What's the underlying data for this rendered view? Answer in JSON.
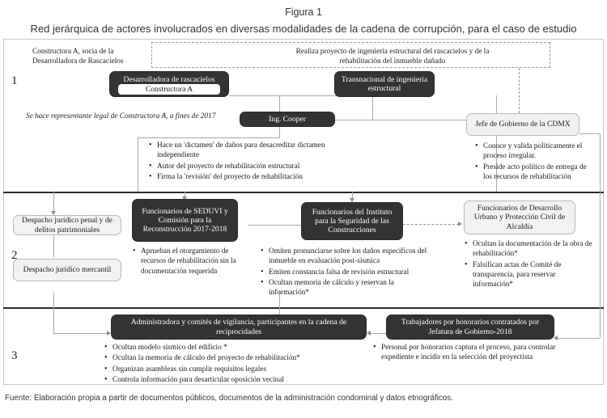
{
  "figure": {
    "label": "Figura 1",
    "title": "Red jerárquica de actores involucrados en diversas modalidades de la cadena de corrupción, para el caso de estudio",
    "source": "Fuente: Elaboración propia a partir de documentos públicos, documentos de la administración condominal y datos etnográficos."
  },
  "rows": {
    "one": "1",
    "two": "2",
    "three": "3"
  },
  "level1": {
    "note_constructora": "Constructora A, socia de la Desarrolladora de Rascacielos",
    "note_realiza": "Realiza proyecto de ingeniería estructural del rascacielos y de la rehabilitación del inmueble dañado",
    "note_representante": "Se hace representante legal de Constructora  A, a fines de 2017",
    "box_desarrolladora": "Desarrolladora de rascacielos",
    "box_constructora_a": "Constructora A",
    "box_transnacional": "Transnacional de ingeniería estructural",
    "box_ing_cooper": "Ing. Cooper",
    "box_jefe_gobierno": "Jefe de Gobierno de la CDMX",
    "bullets_cooper": [
      "Hace un 'dictamen' de daños para desacreditar dictamen independiente",
      "Autor del proyecto de rehabilitación estructural",
      "Firma la 'revisión' del proyecto de rehabilitación"
    ],
    "bullets_jefe": [
      "Conoce y valida políticamente el proceso irregular.",
      "Preside acto político de entrega de los recursos de rehabilitación"
    ]
  },
  "level2": {
    "box_despacho_penal": "Despacho jurídico penal y de delitos patrimoniales",
    "box_despacho_mercantil": "Despacho jurídico mercantil",
    "box_seduvi": "Funcionarios de SEDUVI y Comisión para la Reconstrucción 2017-2018",
    "box_instituto": "Funcionarios del Instituto para la Seguridad de las Construcciones",
    "box_desarrollo_urbano": "Funcionarios de Desarrollo Urbano y Protección Civil de Alcaldía",
    "bullets_seduvi": [
      "Aprueban el otorgamiento de recursos de rehabilitación sin la documentación requerida"
    ],
    "bullets_instituto": [
      "Omiten pronunciarse sobre los daños específicos del inmueble en evaluación post-sísmica",
      "Emiten constancia falsa de revisión estructural",
      "Ocultan memoria de cálculo y reservan la información*"
    ],
    "bullets_desarrollo_urbano": [
      "Ocultan la documentación de la obra de rehabilitación*",
      "Falsifican actas de Comité de transparencia, para reservar información*"
    ]
  },
  "level3": {
    "box_administradora": "Administradora y comités de vigilancia, participantes en la cadena de reciprocidades",
    "box_trabajadores": "Trabajadores por honorarios contratados por Jefatura de Gobierno-2018",
    "bullets_administradora": [
      "Ocultan modelo sísmico del edificio *",
      "Ocultan la memoria de cálculo del proyecto de rehabilitación*",
      "Organizan asambleas sin cumplir requisitos legales",
      "Controla información para desarticular oposición vecinal"
    ],
    "bullets_trabajadores": [
      "Personal por honorarios captura el proceso, para controlar expediente e incidir en la selección del proyectista"
    ]
  },
  "colors": {
    "dark_node": "#333333",
    "light_node": "#f2f2f2",
    "connector": "#a8a8a8",
    "divider": "#2a2a2a"
  }
}
